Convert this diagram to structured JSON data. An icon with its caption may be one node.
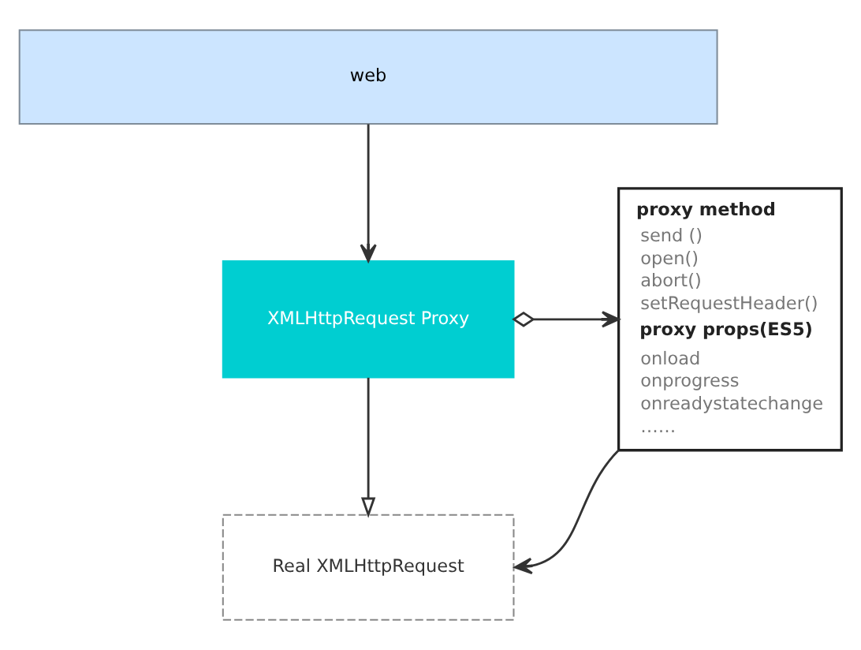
{
  "diagram": {
    "nodes": [
      {
        "text": [
          "web"
        ]
      },
      {
        "text": [
          "XMLHttpRequest Proxy"
        ]
      },
      {
        "text": [
          "proxy method",
          "send ()",
          "open()",
          "abort()",
          "setRequestHeader()",
          "proxy props(ES5)",
          "onload",
          "onprogress",
          "onreadystatechange",
          "……"
        ]
      },
      {
        "text": [
          "Real XMLHttpRequest"
        ]
      }
    ],
    "edges": [
      {
        "from": 0,
        "to": 1,
        "arrow": "to"
      },
      {
        "from": 1,
        "to": 2,
        "arrow": "to"
      },
      {
        "from": 1,
        "to": 3,
        "arrow": "to"
      },
      {
        "from": 2,
        "to": 3,
        "arrow": "to"
      }
    ]
  }
}
